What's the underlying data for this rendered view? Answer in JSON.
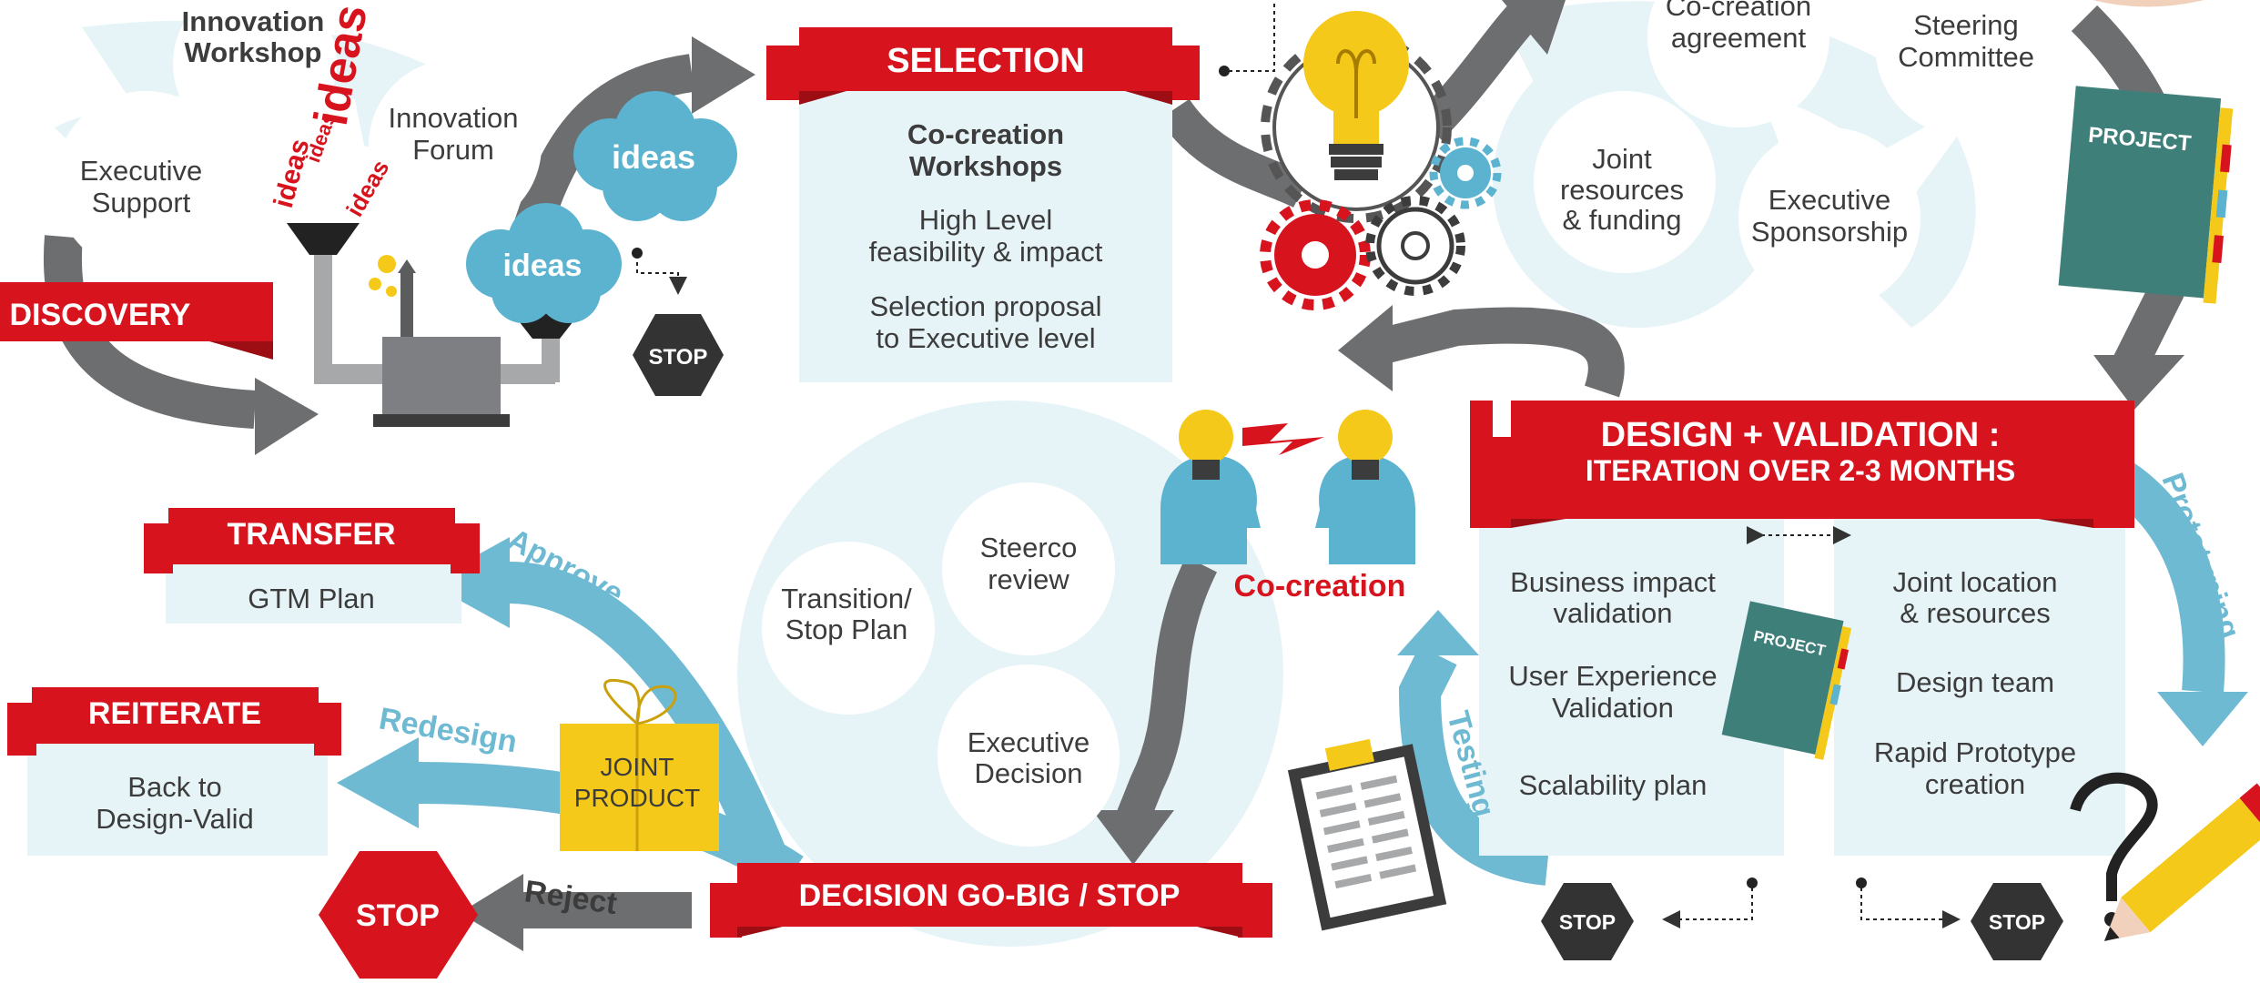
{
  "colors": {
    "red": "#d7141e",
    "dark_red": "#9c0e14",
    "grey": "#6d6e70",
    "light_blue": "#e6f4f8",
    "cyan": "#6fbad3",
    "dark": "#3c3c3c",
    "cloud": "#5bb3cf"
  },
  "discovery": {
    "banner": "DISCOVERY",
    "items": [
      "Innovation",
      "Workshop",
      "Innovation",
      "Forum",
      "Executive",
      "Support"
    ],
    "ideas_word": "ideas",
    "ideas_big": "ideas",
    "cloud1": "ideas",
    "cloud2": "ideas",
    "stop": "STOP"
  },
  "selection": {
    "banner": "SELECTION",
    "lines": [
      "Co-creation",
      "Workshops",
      "High Level",
      "feasibility & impact",
      "Selection proposal",
      "to Executive level"
    ]
  },
  "agreement": {
    "items": [
      "Co-creation",
      "agreement",
      "Steering",
      "Committee",
      "Joint",
      "resources",
      "& funding",
      "Executive",
      "Sponsorship"
    ],
    "project_label": "PROJECT"
  },
  "design": {
    "banner_line1": "DESIGN + VALIDATION :",
    "banner_line2": "ITERATION OVER 2-3 MONTHS",
    "left_items": [
      "Business impact",
      "validation",
      "User Experience",
      "Validation",
      "Scalability plan"
    ],
    "right_items": [
      "Joint location",
      "& resources",
      "Design team",
      "Rapid Prototype",
      "creation"
    ],
    "prototyping": "Prototyping",
    "testing": "Testing",
    "project_label": "PROJECT",
    "stop_left": "STOP",
    "stop_right": "STOP"
  },
  "cocreation": {
    "label": "Co-creation"
  },
  "decision": {
    "banner": "DECISION GO-BIG / STOP",
    "items": [
      "Steerco",
      "review",
      "Transition/",
      "Stop Plan",
      "Executive",
      "Decision"
    ],
    "box": [
      "JOINT",
      "PRODUCT"
    ]
  },
  "transfer": {
    "banner": "TRANSFER",
    "text": "GTM Plan",
    "arrow": "Approve"
  },
  "reiterate": {
    "banner": "REITERATE",
    "text1": "Back to",
    "text2": "Design-Valid",
    "arrow": "Redesign"
  },
  "reject": {
    "label": "Reject",
    "stop": "STOP"
  }
}
